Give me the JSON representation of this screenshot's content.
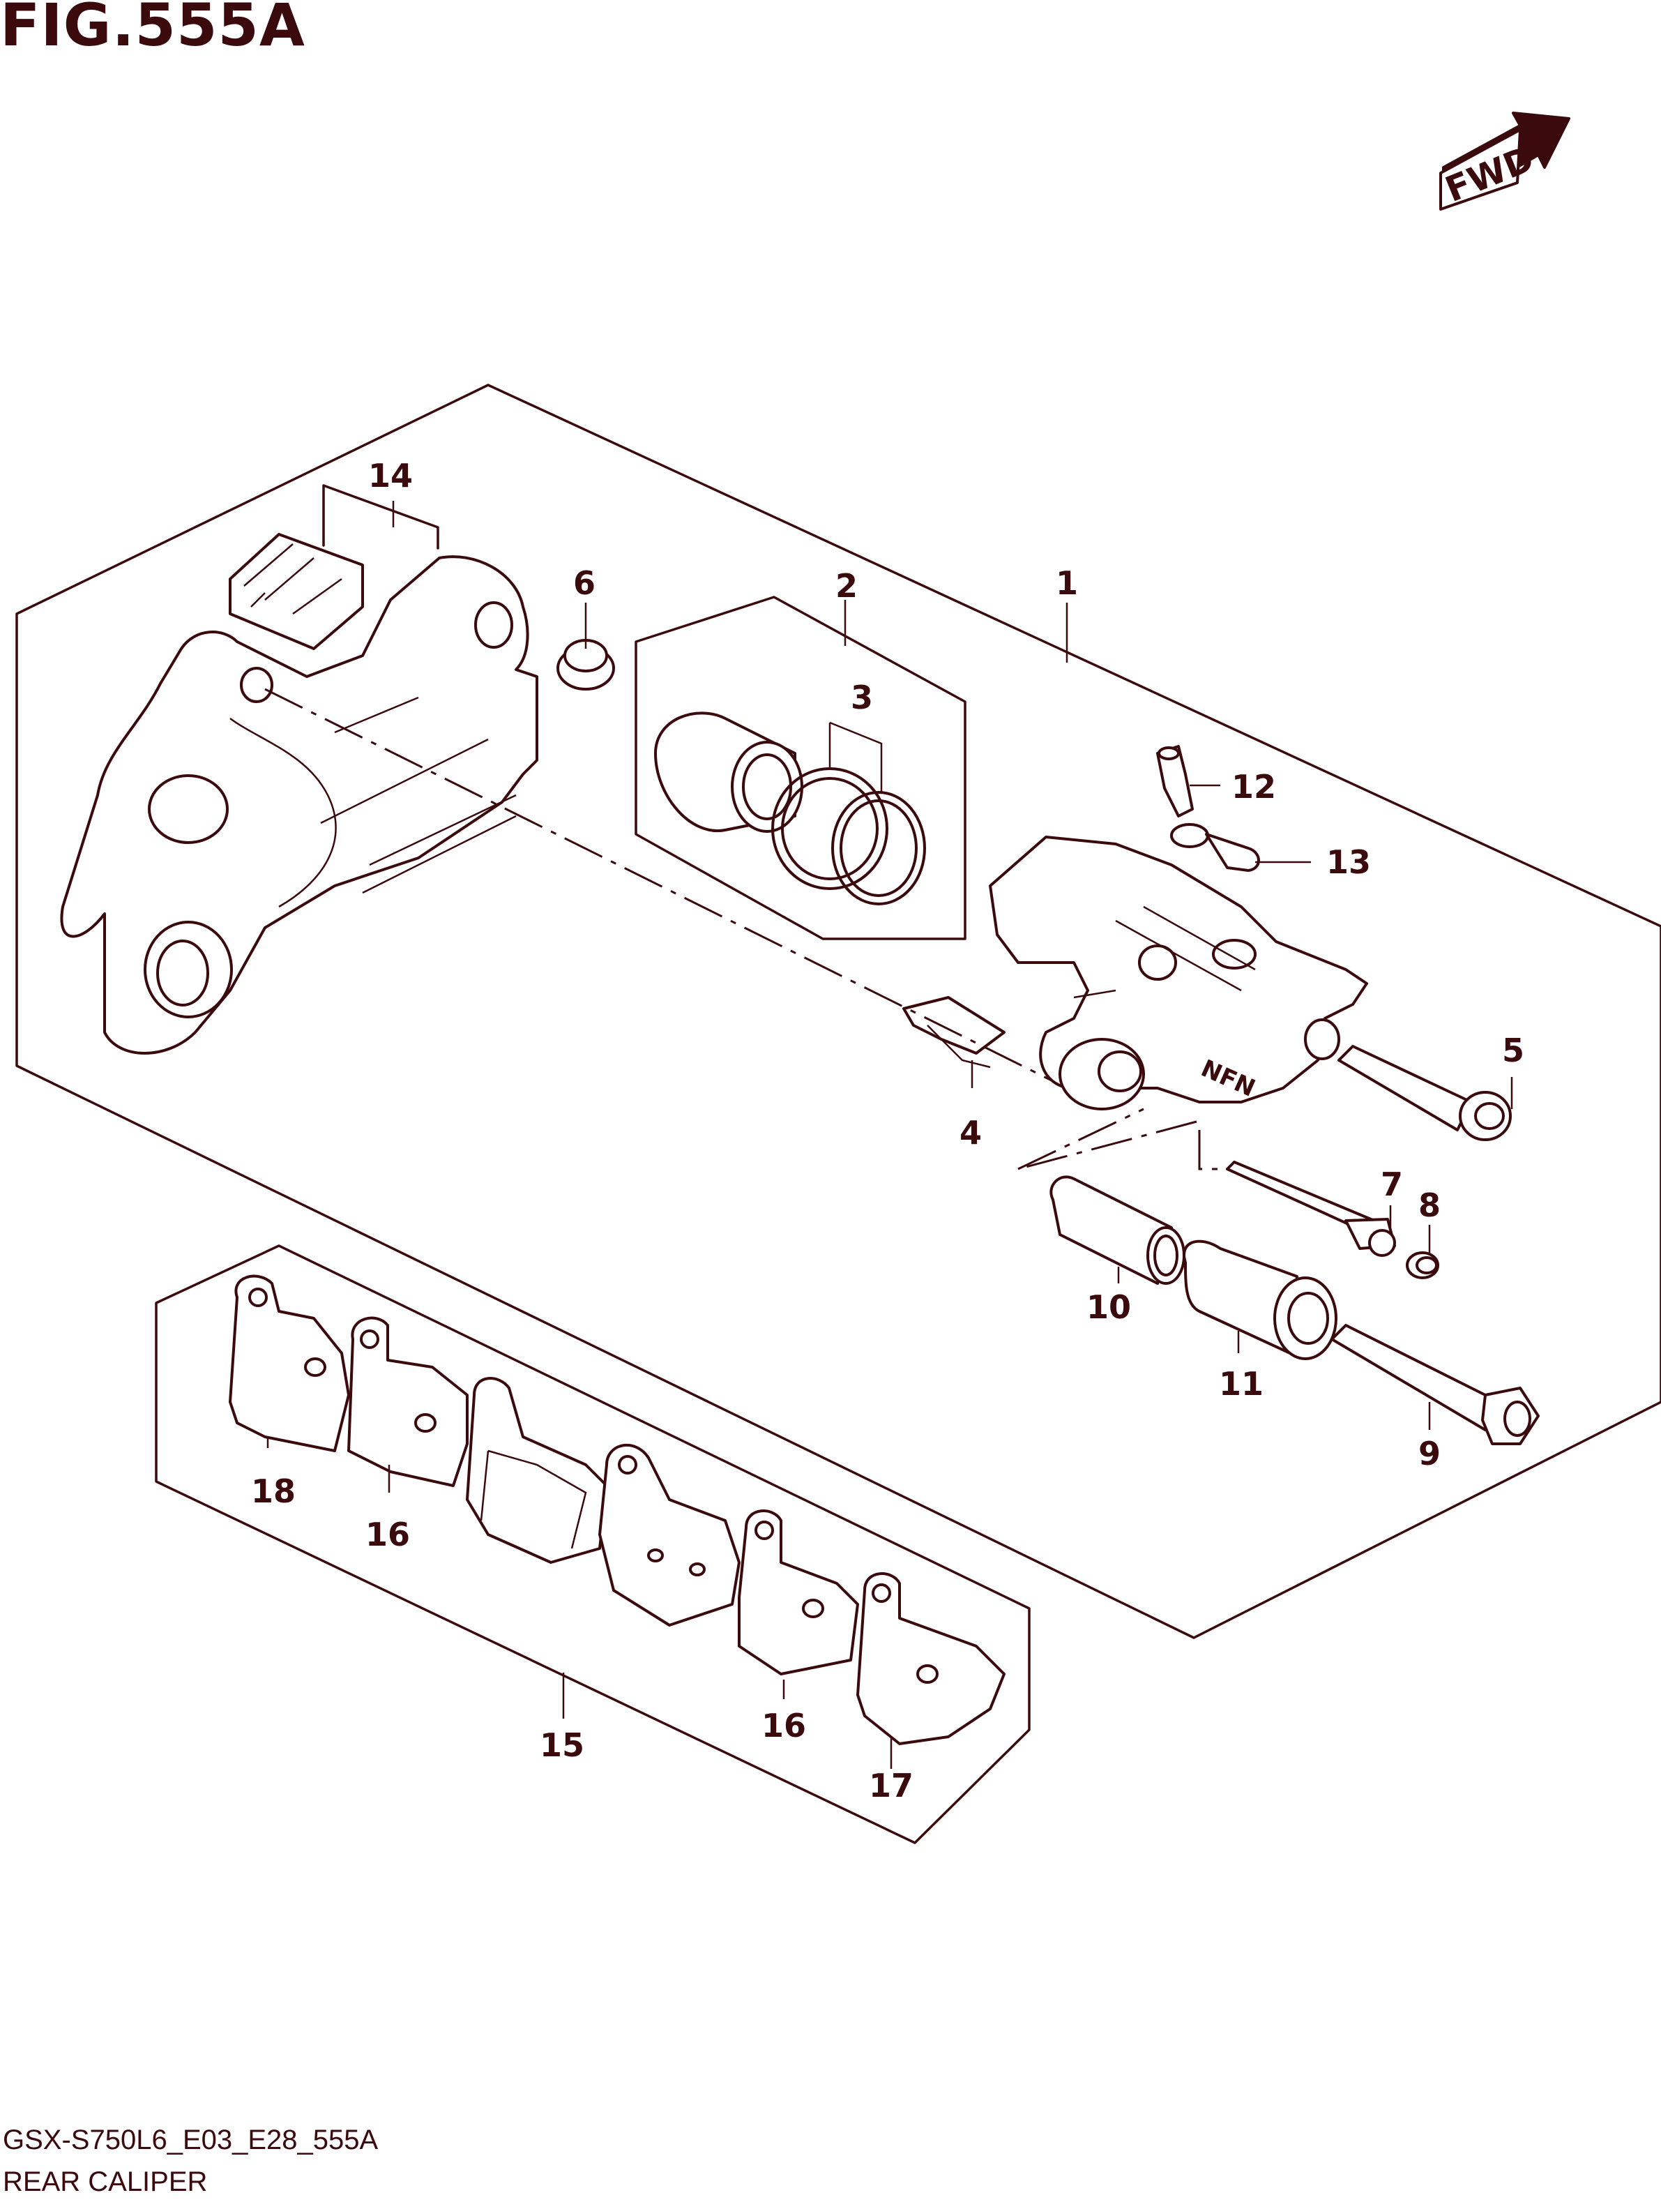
{
  "figure": {
    "title": "FIG.555A",
    "code": "GSX-S750L6_E03_E28_555A",
    "name": "REAR CALIPER",
    "direction_label": "FWD"
  },
  "callouts": {
    "c1": "1",
    "c2": "2",
    "c3": "3",
    "c4": "4",
    "c5": "5",
    "c6": "6",
    "c7": "7",
    "c8": "8",
    "c9": "9",
    "c10": "10",
    "c11": "11",
    "c12": "12",
    "c13": "13",
    "c14": "14",
    "c15": "15",
    "c16a": "16",
    "c16b": "16",
    "c17": "17",
    "c18": "18"
  },
  "colors": {
    "ink": "#3a0a0c",
    "paper": "#ffffff"
  }
}
